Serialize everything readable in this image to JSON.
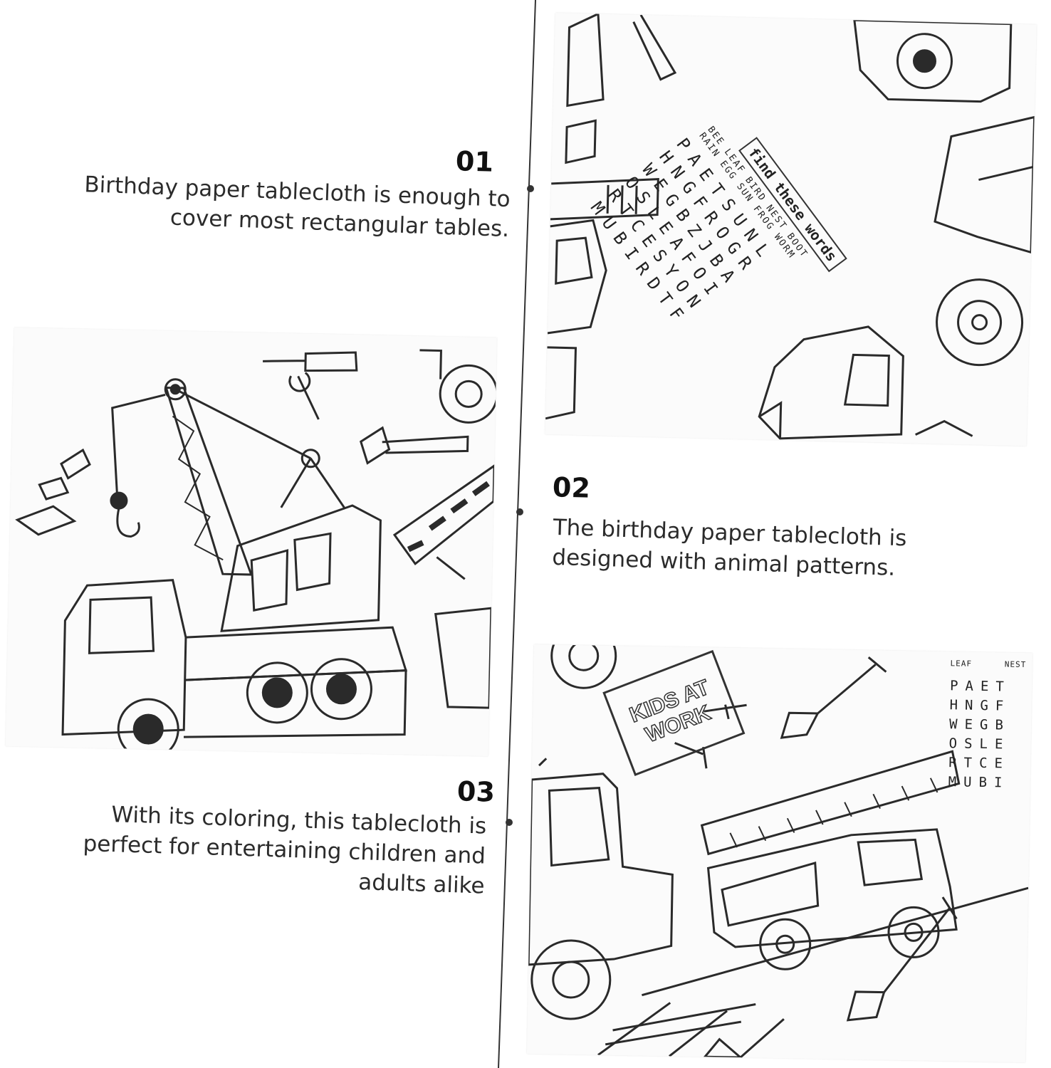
{
  "features": [
    {
      "number": "01",
      "text": "Birthday paper tablecloth is enough to\ncover most rectangular tables."
    },
    {
      "number": "02",
      "text": "The birthday paper tablecloth is\ndesigned with animal patterns."
    },
    {
      "number": "03",
      "text": "With its coloring, this tablecloth is\nperfect for entertaining children and\nadults alike"
    }
  ],
  "word_search": {
    "title": "find these words",
    "words": [
      "BEE",
      "LEAF",
      "BIRD",
      "NEST",
      "BOOT",
      "RAIN",
      "EGG",
      "SUN",
      "FROG",
      "WORM"
    ],
    "grid_rows": [
      "PAETSUNL",
      "HNGFROGR",
      "WEGBZJBA",
      "OSLEAFOI",
      "RTCESYON",
      "MUBIRDTF"
    ]
  },
  "sign": {
    "line1": "KIDS AT",
    "line2": "WORK"
  },
  "corner_words": {
    "word_a": "LEAF",
    "word_b": "NEST"
  },
  "corner_rows": [
    "PAET",
    "HNGF",
    "WEGB",
    "OSLE",
    "RTCE",
    "MUBI"
  ],
  "colors": {
    "line": "#2a2a2a",
    "panel": "#fbfbfb",
    "text": "#2b2b2b"
  }
}
